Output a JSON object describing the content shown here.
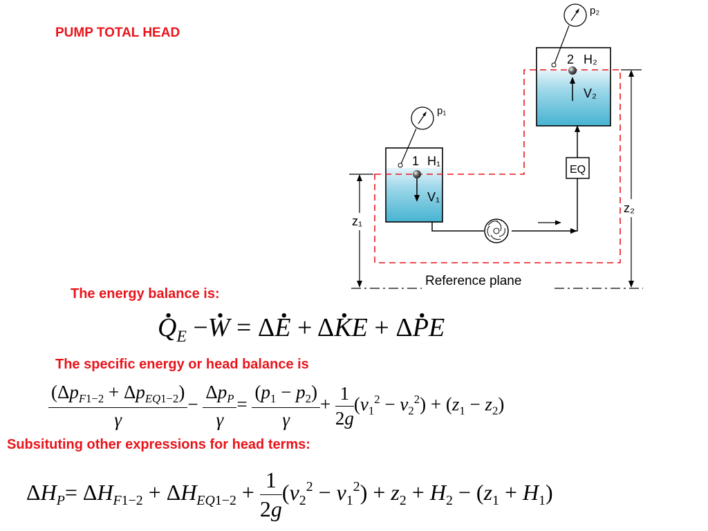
{
  "title": "PUMP TOTAL HEAD",
  "diagram": {
    "p1": "p₁",
    "p2": "p₂",
    "tank1_point": "1",
    "tank1_head": "H₁",
    "tank1_velocity": "V₁",
    "tank2_point": "2",
    "tank2_head": "H₂",
    "tank2_velocity": "V₂",
    "eq_label": "EQ",
    "z1": "z₁",
    "z2": "z₂",
    "reference_plane": "Reference plane",
    "colors": {
      "dashed_boundary": "#e8141b",
      "water_top": "#d8f0f7",
      "water_bottom": "#47b3d1"
    }
  },
  "energy_balance_heading": "The energy balance is:",
  "specific_energy_heading": "The specific energy or head balance is",
  "substituting_heading": "Subsituting other expressions for head terms:",
  "colors": {
    "heading_red": "#e8141b"
  }
}
